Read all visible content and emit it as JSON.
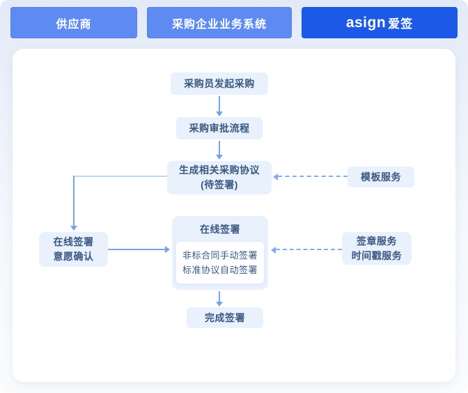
{
  "lanes": {
    "supplier_label": "供应商",
    "buyer_system_label": "采购企业业务系统",
    "brand_logo": "asign",
    "brand_name": "爱签"
  },
  "flow": {
    "start_label": "采购员发起采购",
    "approval_label": "采购审批流程",
    "generate_line1": "生成相关采购协议",
    "generate_line2": "(待签署)",
    "template_label": "模板服务",
    "willing_line1": "在线签署",
    "willing_line2": "意愿确认",
    "online_title": "在线签署",
    "online_manual": "非标合同手动签署",
    "online_auto": "标准协议自动签署",
    "seal_line1": "签章服务",
    "seal_line2": "时间戳服务",
    "complete_label": "完成签署"
  },
  "colors": {
    "lane_button_bg": "#5E8BF2",
    "brand_button_bg": "#1C59E6",
    "node_bg": "#E9F1FC",
    "node_text": "#3A5780",
    "inner_node_bg": "#FFFFFF",
    "arrow_solid": "#74A4EA",
    "arrow_elbow_light": "#BFD6F5",
    "arrow_dashed": "#82ABEC"
  }
}
